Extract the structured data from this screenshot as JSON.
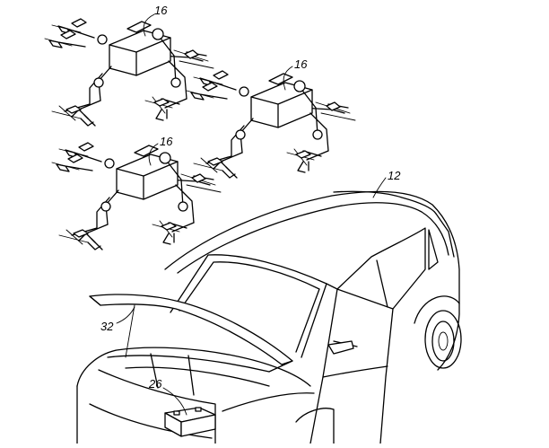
{
  "labels": {
    "drone_1": "16",
    "drone_2": "16",
    "drone_3": "16",
    "vehicle": "12",
    "hood": "32",
    "battery": "26"
  }
}
